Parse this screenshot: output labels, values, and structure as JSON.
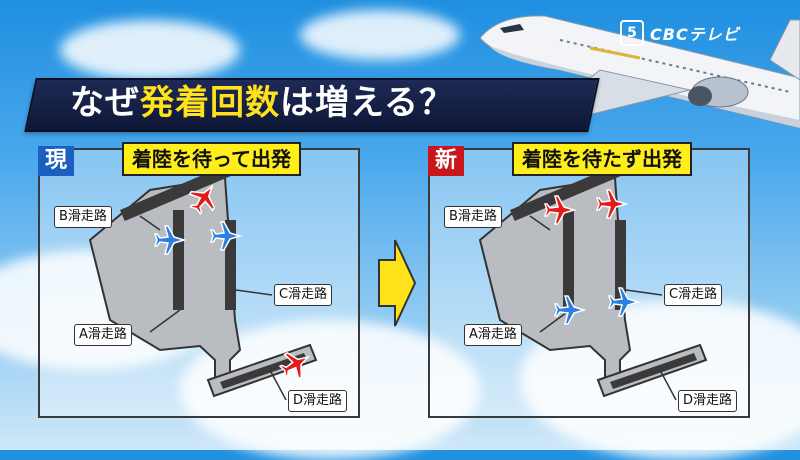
{
  "title": {
    "part1": "なぜ",
    "part2": "発着回数",
    "part3": "は増える？"
  },
  "logo": {
    "badge": "5",
    "text": "CBCテレビ"
  },
  "left_panel": {
    "tag": "現",
    "subtitle": "着陸を待って出発",
    "labels": {
      "b": "B滑走路",
      "c": "C滑走路",
      "a": "A滑走路",
      "d": "D滑走路"
    }
  },
  "right_panel": {
    "tag": "新",
    "subtitle": "着陸を待たず出発",
    "labels": {
      "b": "B滑走路",
      "c": "C滑走路",
      "a": "A滑走路",
      "d": "D滑走路"
    }
  },
  "colors": {
    "blue_plane": "#2a7fe0",
    "red_plane": "#e21a1a",
    "tag_blue": "#1b5fc0",
    "tag_red": "#c8161d",
    "highlight": "#ffe21a"
  }
}
